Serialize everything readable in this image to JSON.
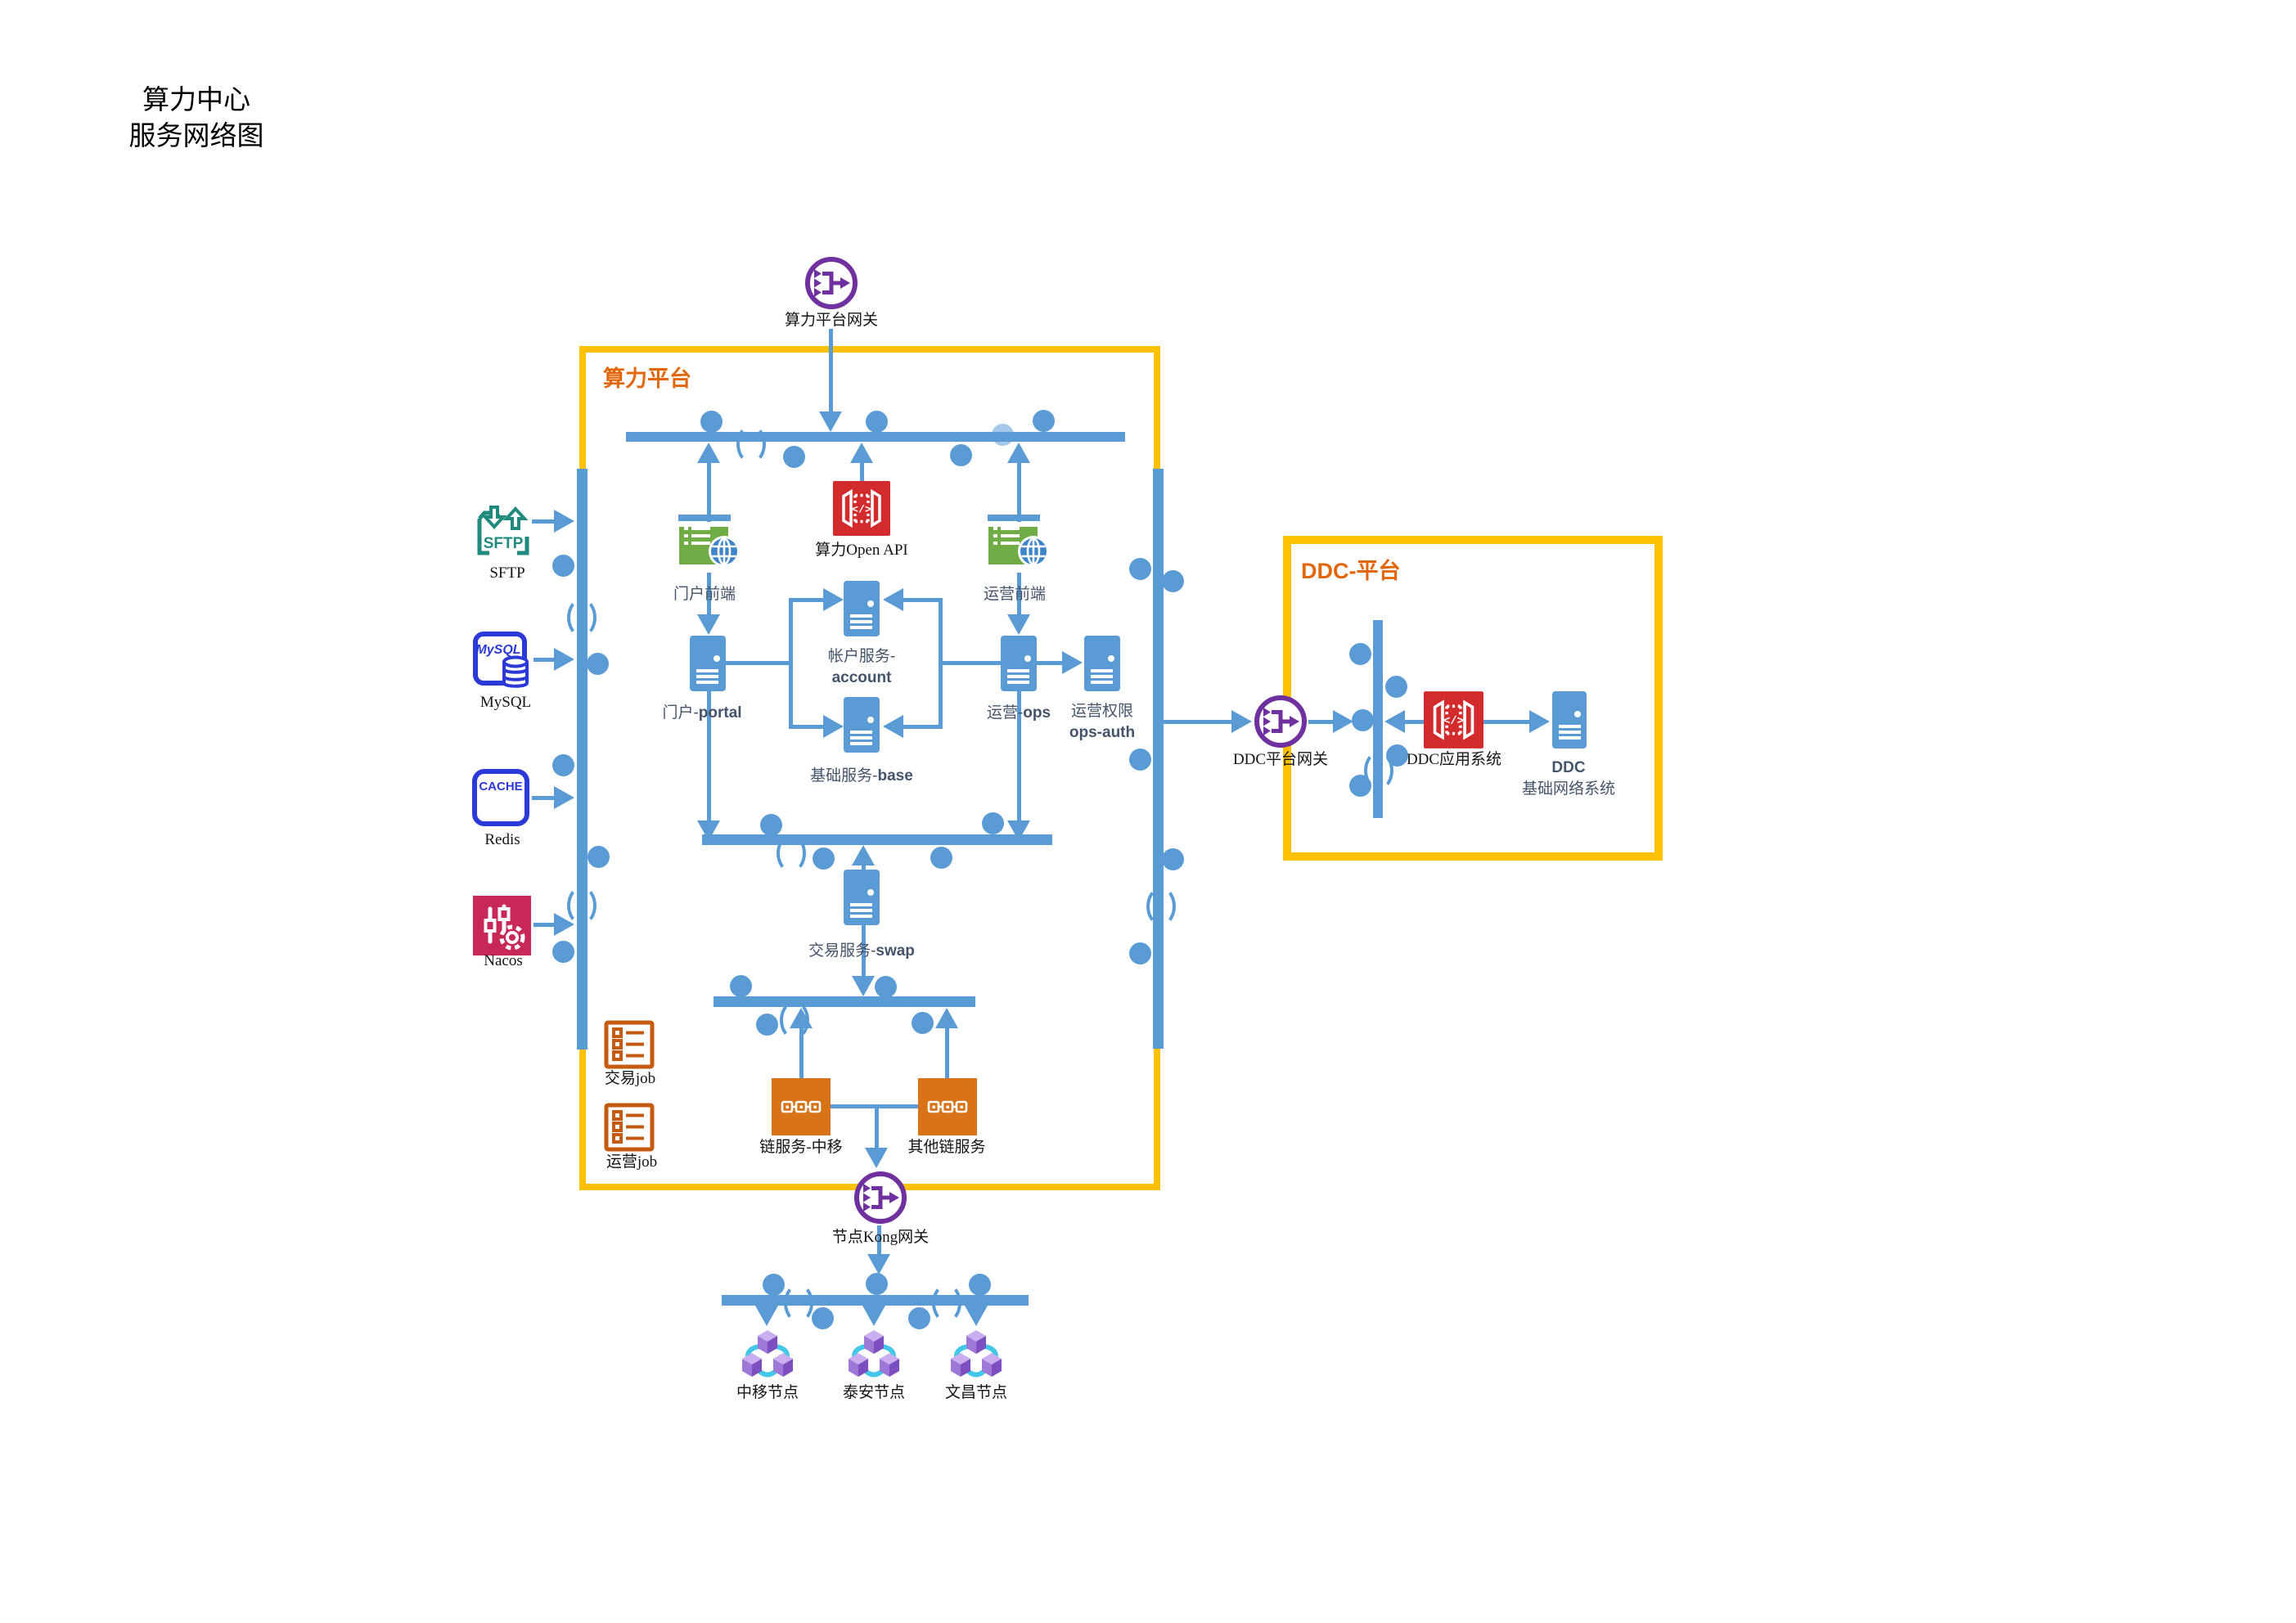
{
  "title": {
    "line1": "算力中心",
    "line2": "服务网络图"
  },
  "boxes": {
    "computing": "算力平台",
    "ddc": "DDC-平台"
  },
  "gateways": {
    "top": "算力平台网关",
    "kong": "节点Kong网关",
    "ddc": "DDC平台网关"
  },
  "frontends": {
    "portal": "门户前端",
    "ops": "运营前端"
  },
  "open_api": "算力Open API",
  "services": {
    "portal": {
      "zh": "门户-",
      "en": "portal"
    },
    "account": {
      "zh": "帐户服务-",
      "en": "account"
    },
    "base": {
      "zh": "基础服务-",
      "en": "base"
    },
    "ops": {
      "zh": "运营-",
      "en": "ops"
    },
    "ops_auth": {
      "zh": "运营权限",
      "en": "ops-auth"
    },
    "swap": {
      "zh": "交易服务-",
      "en": "swap"
    },
    "chain_cm": "链服务-中移",
    "chain_other": "其他链服务"
  },
  "jobs": {
    "trade": "交易job",
    "ops": "运营job"
  },
  "external": {
    "sftp": {
      "icon": "SFTP",
      "label": "SFTP"
    },
    "mysql": {
      "icon": "MySQL",
      "label": "MySQL"
    },
    "redis": {
      "icon": "CACHE",
      "label": "Redis"
    },
    "nacos": {
      "label": "Nacos"
    }
  },
  "ddc": {
    "app": "DDC应用系统",
    "infra1": "DDC",
    "infra2": "基础网络系统"
  },
  "nodes": [
    "中移节点",
    "泰安节点",
    "文昌节点"
  ],
  "colors": {
    "bus_blue": "#5B9BD5",
    "frame_orange": "#FFC000",
    "box_title": "#E3670A",
    "api_red": "#D32B2B",
    "web_green": "#70AD47",
    "gateway_purple": "#7030A0",
    "chain_orange": "#D8731A",
    "job_orange": "#C55A11",
    "nacos_pink": "#C72858",
    "db_blue": "#2B3AD6",
    "sftp_teal": "#1F8A7D",
    "label_slate": "#44546A",
    "node_purple": "#9A6FD0",
    "link_cyan": "#45C7E8"
  }
}
